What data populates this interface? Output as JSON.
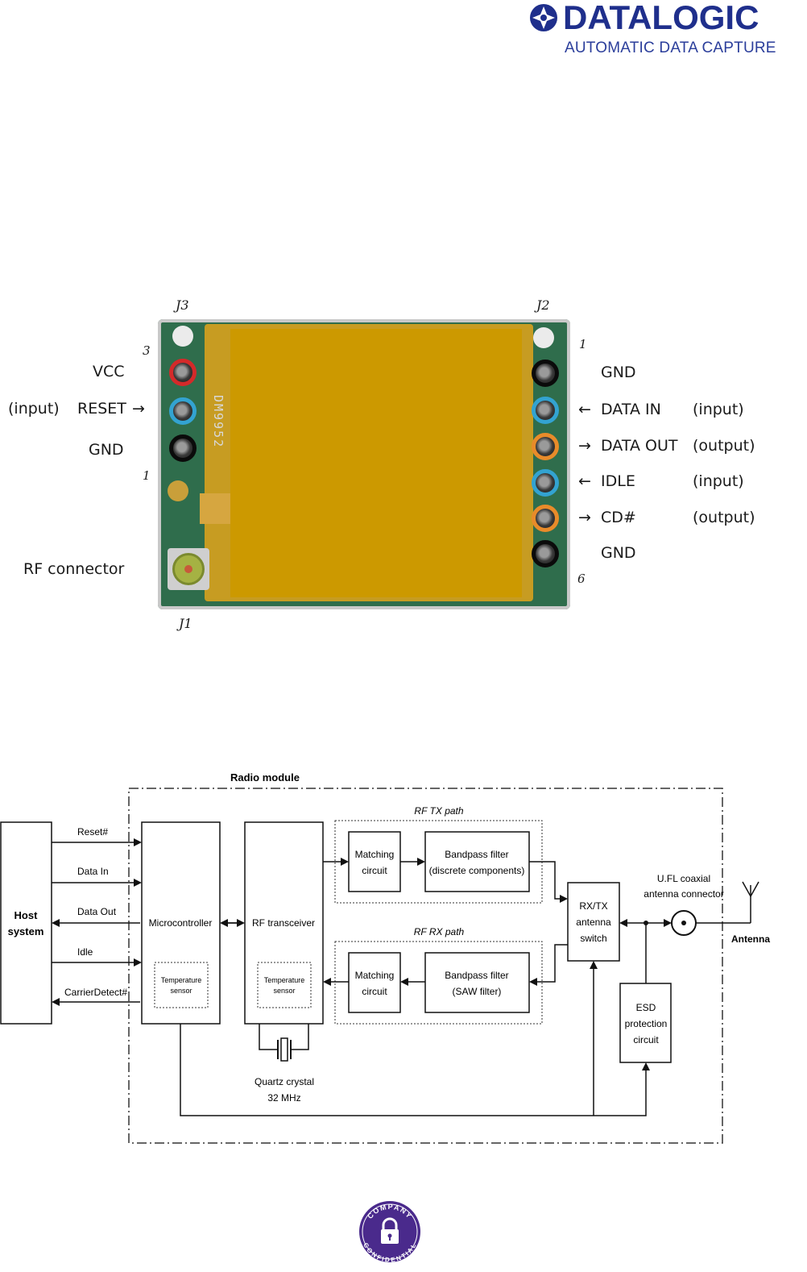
{
  "header": {
    "brand_name": "DATALOGIC",
    "brand_tagline": "AUTOMATIC DATA CAPTURE",
    "brand_color": "#1f2f8c"
  },
  "module_photo": {
    "connector_labels": {
      "j3": "J3",
      "j2": "J2",
      "j1": "J1"
    },
    "pin_numbers": {
      "j3_top": "3",
      "j3_bottom": "1",
      "j2_top": "1",
      "j2_bottom": "6"
    },
    "silkscreen": "DM9952",
    "left_pins": [
      {
        "label": "VCC",
        "direction": "",
        "kind": "",
        "color": "#d42a2a"
      },
      {
        "label": "RESET",
        "direction": "→",
        "kind": "(input)",
        "color": "#33a3d1"
      },
      {
        "label": "GND",
        "direction": "",
        "kind": "",
        "color": "#0b0b0b"
      }
    ],
    "right_pins": [
      {
        "label": "GND",
        "direction": "",
        "kind": "",
        "color": "#0b0b0b"
      },
      {
        "label": "DATA IN",
        "direction": "←",
        "kind": "(input)",
        "color": "#33a3d1"
      },
      {
        "label": "DATA OUT",
        "direction": "→",
        "kind": "(output)",
        "color": "#e88b2a"
      },
      {
        "label": "IDLE",
        "direction": "←",
        "kind": "(input)",
        "color": "#33a3d1"
      },
      {
        "label": "CD#",
        "direction": "→",
        "kind": "(output)",
        "color": "#e88b2a"
      },
      {
        "label": "GND",
        "direction": "",
        "kind": "",
        "color": "#0b0b0b"
      }
    ],
    "rf_connector_label": "RF connector",
    "shield_color": "#cc9900"
  },
  "block_diagram": {
    "module_title": "Radio module",
    "host": [
      "Host",
      "system"
    ],
    "signals": [
      "Reset#",
      "Data In",
      "Data Out",
      "Idle",
      "CarrierDetect#"
    ],
    "microcontroller": "Microcontroller",
    "rf_transceiver": "RF transceiver",
    "temp_sensor": [
      "Temperature",
      "sensor"
    ],
    "tx_path_label": "RF TX path",
    "rx_path_label": "RF RX path",
    "matching": [
      "Matching",
      "circuit"
    ],
    "bandpass_tx": [
      "Bandpass filter",
      "(discrete components)"
    ],
    "bandpass_rx": [
      "Bandpass filter",
      "(SAW filter)"
    ],
    "rxtx_switch": [
      "RX/TX",
      "antenna",
      "switch"
    ],
    "ufl_label": [
      "U.FL coaxial",
      "antenna connector"
    ],
    "antenna": "Antenna",
    "esd": [
      "ESD",
      "protection",
      "circuit"
    ],
    "crystal": [
      "Quartz crystal",
      "32 MHz"
    ]
  },
  "stamp": {
    "top_text": "COMPANY",
    "bottom_text": "CONFIDENTIAL",
    "color": "#4a2a8c"
  }
}
